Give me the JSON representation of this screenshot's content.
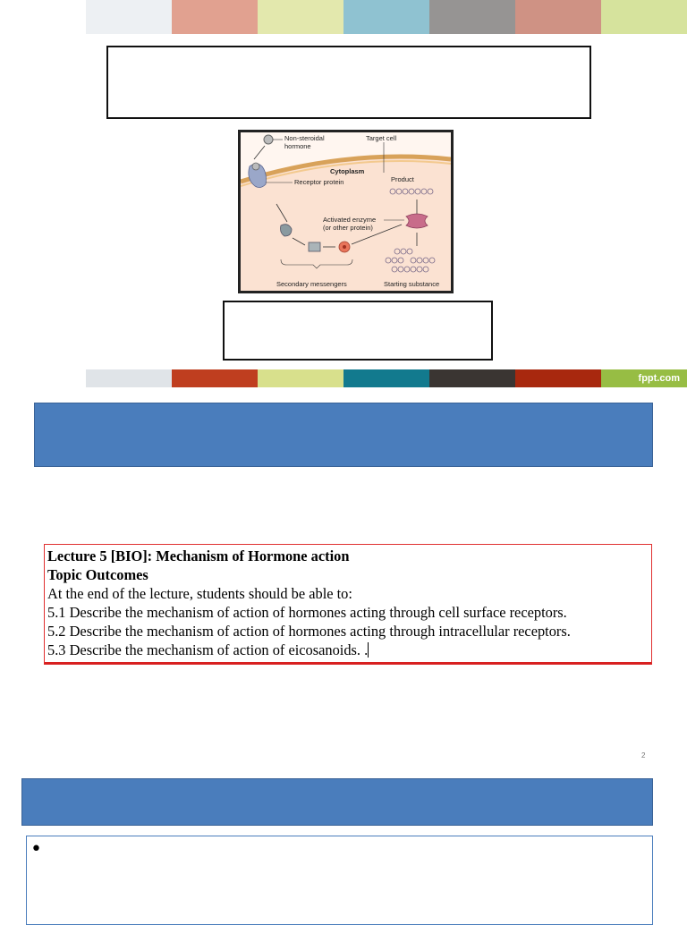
{
  "slide1": {
    "top_band_colors": [
      "#ffffff",
      "#edf0f3",
      "#e1a190",
      "#e3e8ad",
      "#8fc2d1",
      "#969493",
      "#cf9284",
      "#d6e39d"
    ],
    "bottom_band_colors": [
      "#ffffff",
      "#e0e4e8",
      "#bf3e1f",
      "#d8e08c",
      "#127a8e",
      "#3a3532",
      "#a8280e",
      "#97bd44"
    ],
    "footer_brand": "fppt.com",
    "figure": {
      "labels": {
        "hormone": "Non-steroidal",
        "hormone2": "hormone",
        "target": "Target cell",
        "cytoplasm": "Cytoplasm",
        "receptor": "Receptor protein",
        "product": "Product",
        "enzyme": "Activated enzyme",
        "enzyme2": "(or other protein)",
        "secondary": "Secondary messengers",
        "starting": "Starting substance"
      }
    }
  },
  "slide2": {
    "lecture_title": "Lecture 5 [BIO]: Mechanism of Hormone action",
    "outcomes_heading": "Topic Outcomes",
    "intro": "At the end of the lecture, students should be able to:",
    "items": [
      "5.1  Describe the mechanism of action of hormones acting through cell surface receptors.",
      "5.2 Describe the mechanism of action of hormones acting through intracellular receptors.",
      "5.3 Describe the mechanism of action of eicosanoids. ."
    ],
    "page_number": "2",
    "title_color": "#4a7dbc"
  },
  "slide3": {
    "bullet": "•"
  }
}
